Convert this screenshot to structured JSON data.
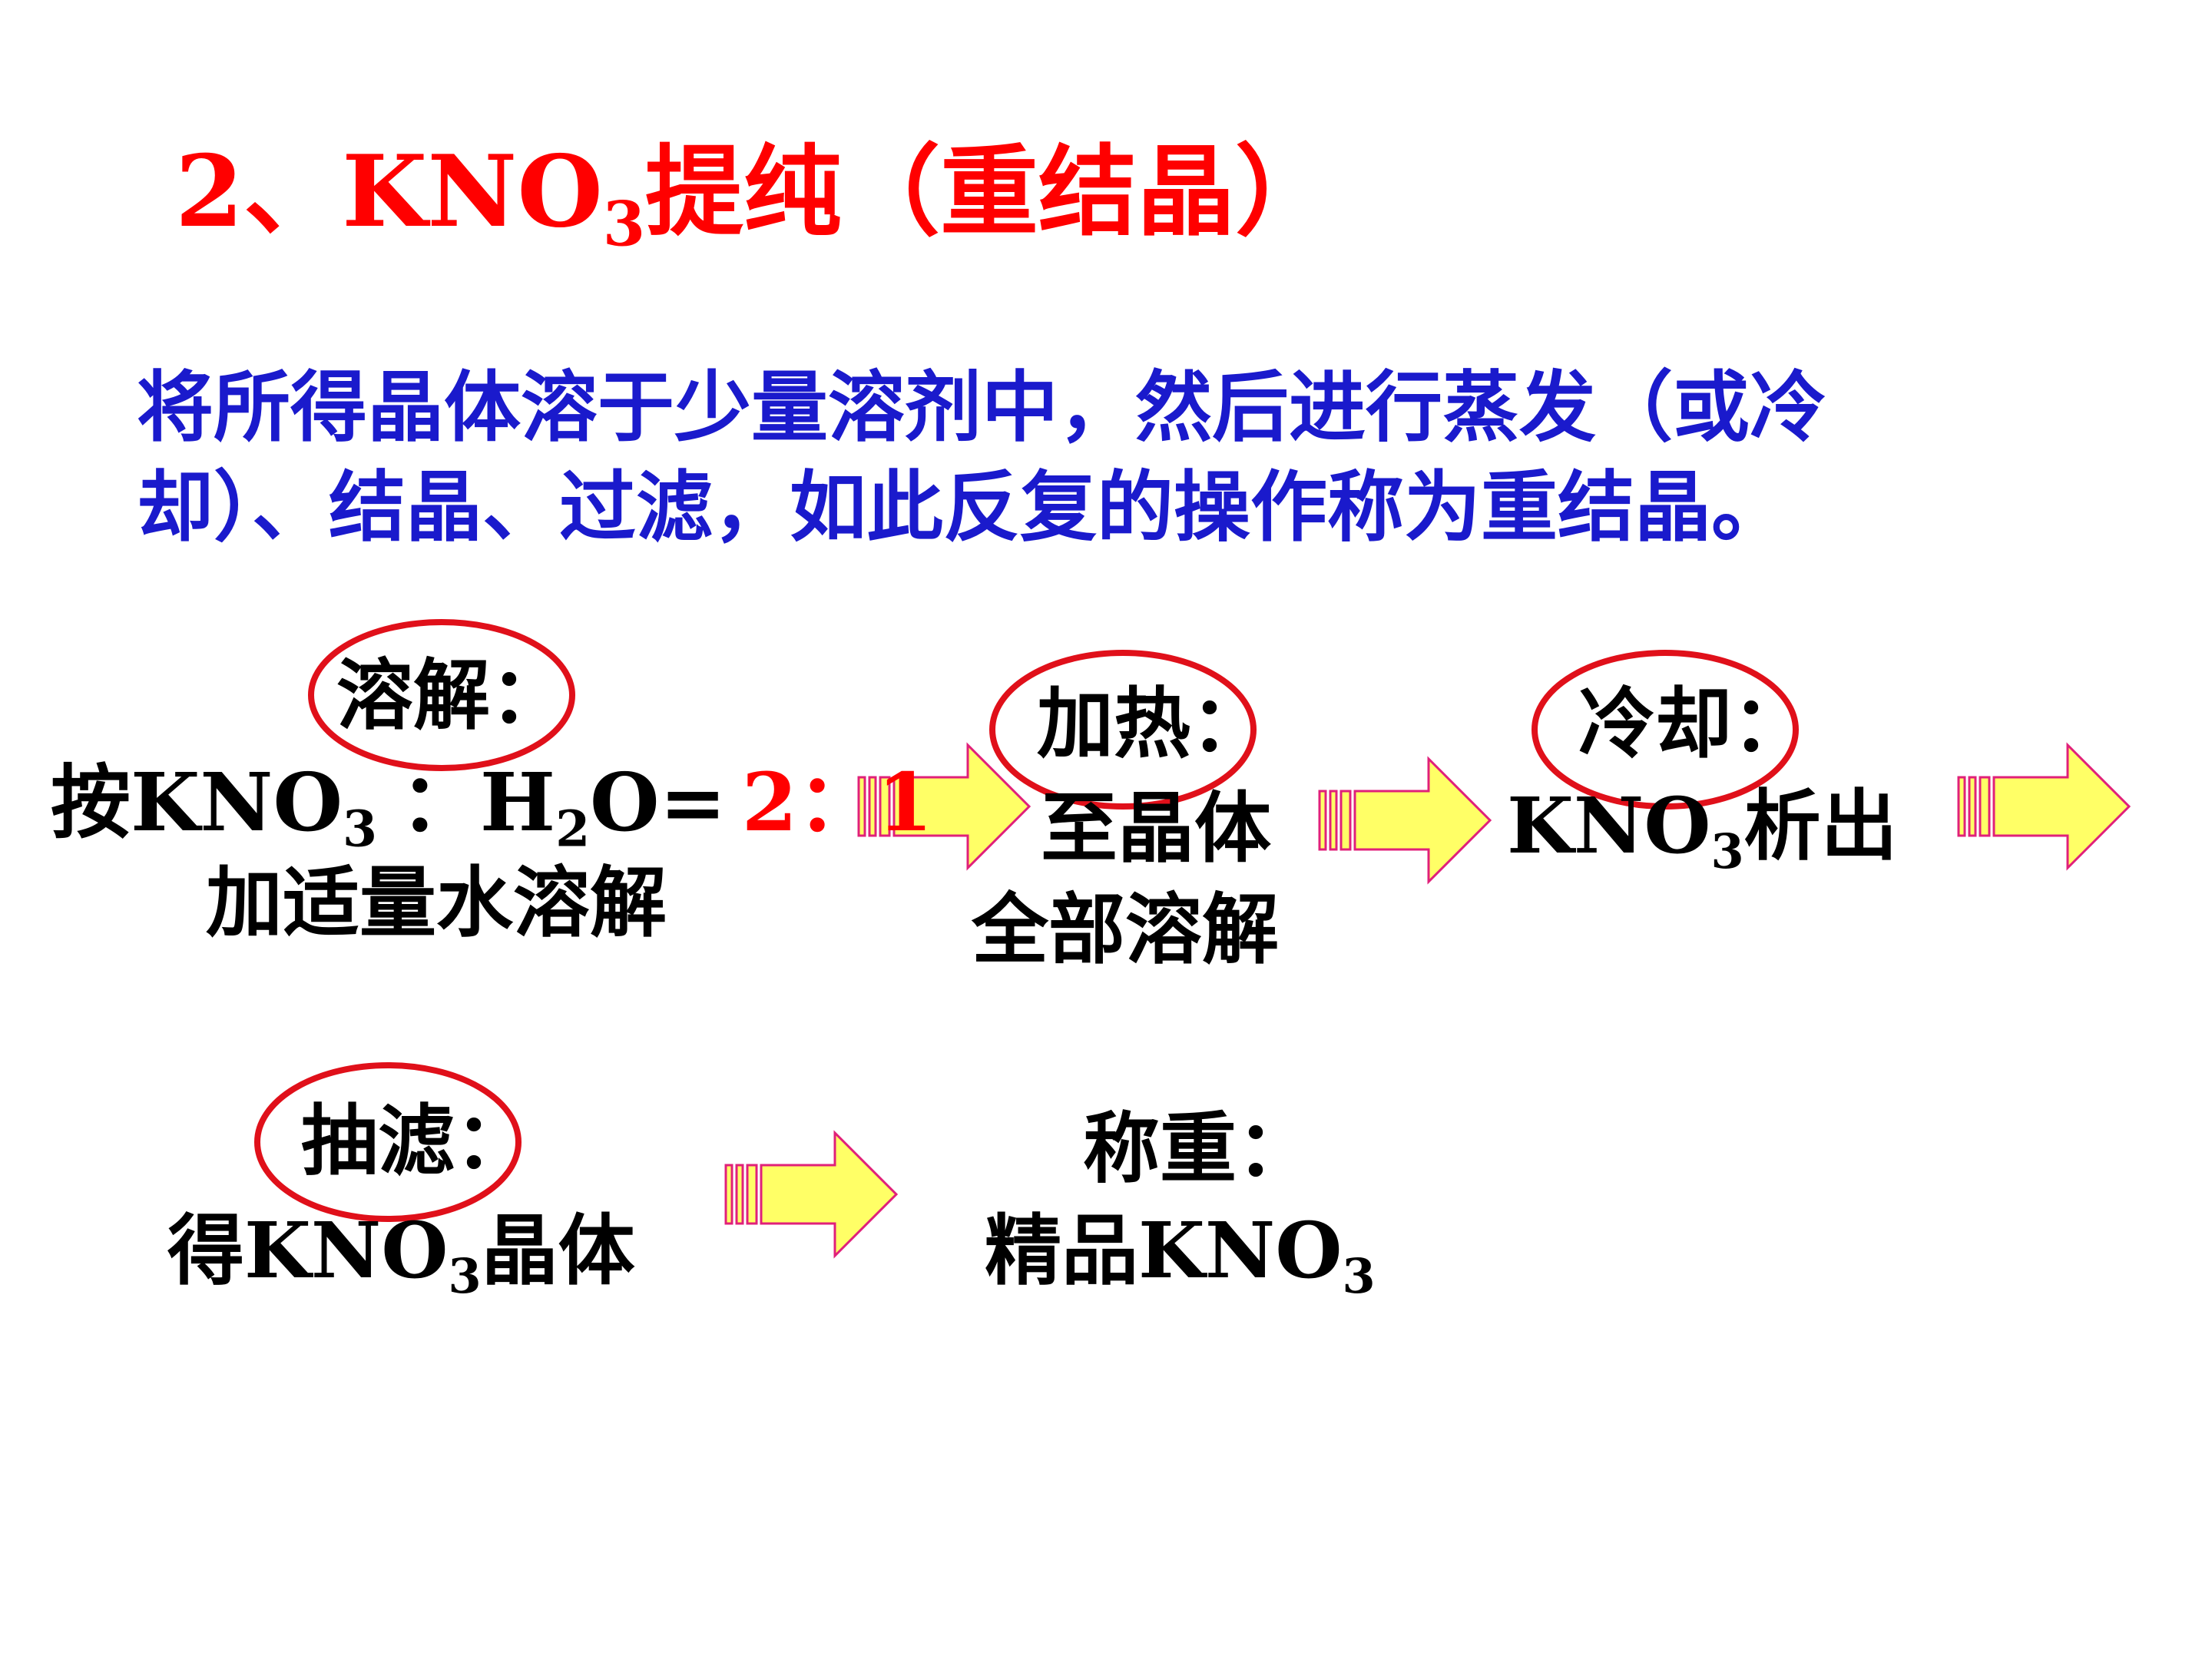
{
  "title": {
    "prefix": "2、KNO",
    "sub": "3",
    "suffix": "提纯（重结晶）"
  },
  "intro": {
    "line1": "将所得晶体溶于少量溶剂中，然后进行蒸发（或冷",
    "line2": "却）、结晶、过滤，如此反复的操作称为重结晶。"
  },
  "steps": {
    "dissolve": {
      "label": "溶解：",
      "formula": {
        "a": "按KNO",
        "a_sub": "3",
        "b": "：H",
        "b_sub": "2",
        "c": "O=",
        "ratio": "2：1"
      },
      "line2": "加适量水溶解"
    },
    "heat": {
      "label": "加热：",
      "line1": "至晶体",
      "line2": "全部溶解"
    },
    "cool": {
      "label": "冷却：",
      "line1_a": "KNO",
      "line1_sub": "3",
      "line1_b": "析出"
    },
    "filter": {
      "label": "抽滤：",
      "line1_a": "得KNO",
      "line1_sub": "3",
      "line1_b": "晶体"
    },
    "weigh": {
      "label": "称重：",
      "line1_a": "精品KNO",
      "line1_sub": "3"
    }
  },
  "colors": {
    "title": "#ff0000",
    "intro": "#1a1acc",
    "body": "#000000",
    "ratio": "#ff0000",
    "ellipse_stroke": "#e0101a",
    "arrow_fill": "#ffff66",
    "arrow_stroke": "#e0207a"
  }
}
